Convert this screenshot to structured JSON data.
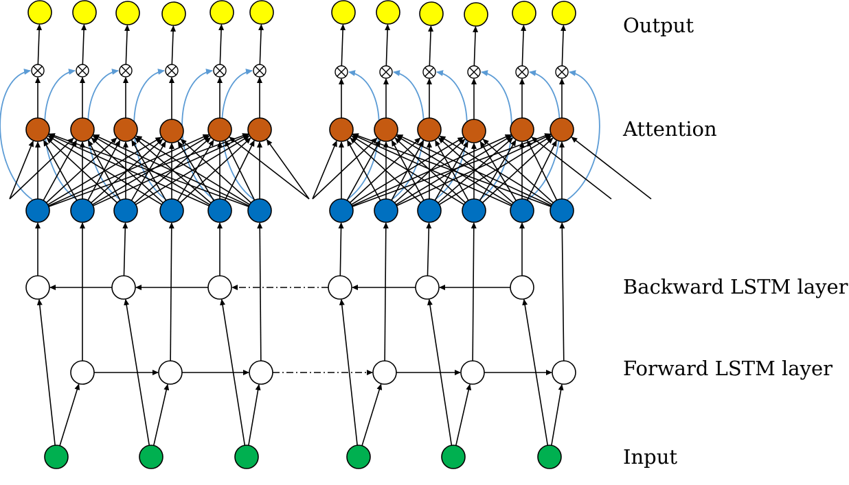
{
  "labels": {
    "output": "Output",
    "attention": "Attention",
    "backward": "Backward LSTM layer",
    "forward": "Forward LSTM layer",
    "input": "Input"
  },
  "colors": {
    "output_node": "#ffff00",
    "attention_node": "#c55a11",
    "hidden_node": "#0070c0",
    "lstm_node": "#ffffff",
    "input_node": "#00b050",
    "feedback_arrow": "#5b9bd5",
    "stroke": "#000000"
  },
  "icons": {
    "multiply": "circled-times-icon"
  },
  "structure": {
    "groups": 2,
    "columns_per_group": 6,
    "inputs_per_group": 3,
    "lstm_cells_per_layer_per_group": 3
  }
}
